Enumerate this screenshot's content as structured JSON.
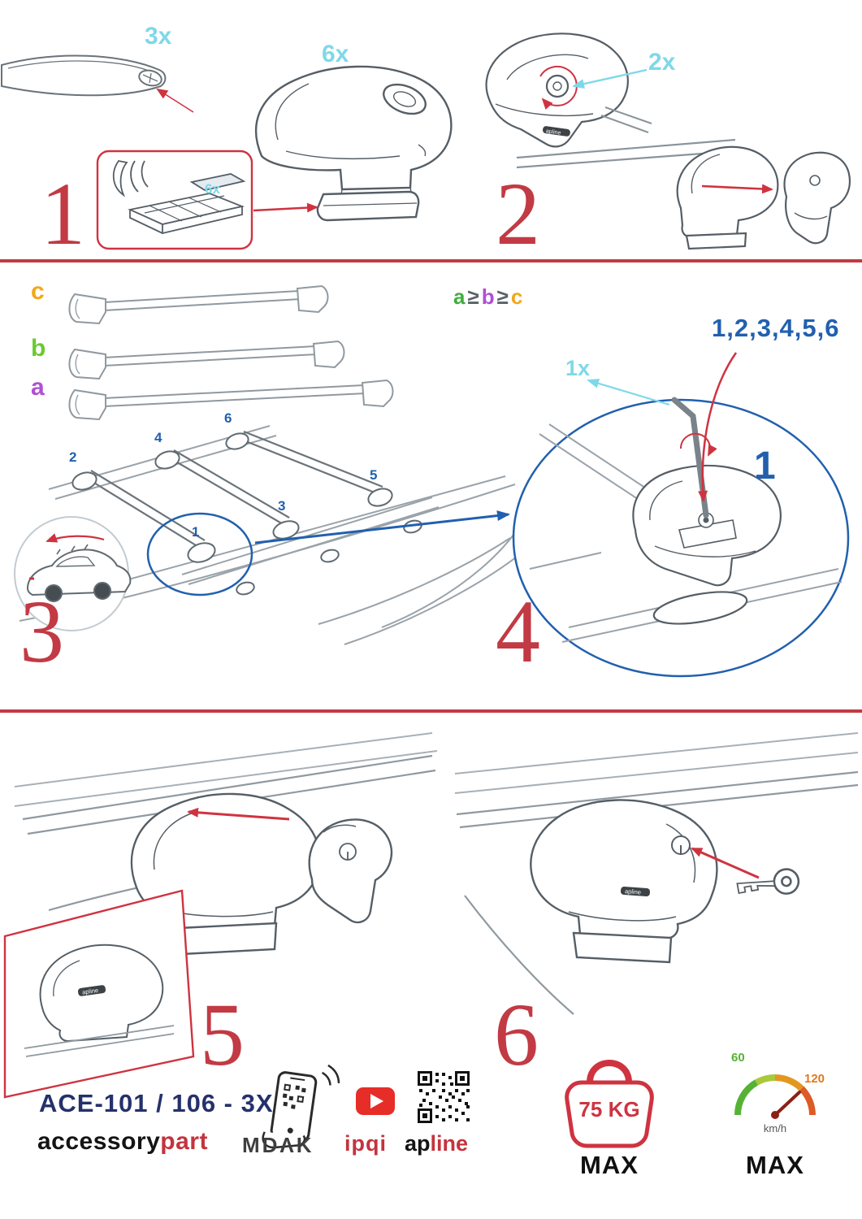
{
  "colors": {
    "step_red": "#c23a44",
    "arrow_red": "#cf3340",
    "accent_cyan": "#7fd8e8",
    "accent_blue": "#2160ae",
    "bar_label_a": "#b14fd4",
    "bar_label_b": "#6cc930",
    "bar_label_c": "#f2a71b",
    "inequality_a": "#3fae3f",
    "inequality_b": "#b14fd4",
    "inequality_c": "#f2a71b",
    "brand_red": "#c4333e",
    "product_code_navy": "#25316b",
    "gauge_green": "#56b234",
    "gauge_orange": "#e07a1f"
  },
  "step1": {
    "number": "1",
    "bar_qty": "3x",
    "foot_qty": "6x",
    "pad_qty": "6x"
  },
  "step2": {
    "number": "2",
    "knob_qty": "2x"
  },
  "step3": {
    "number": "3",
    "bar_label_a": "a",
    "bar_label_b": "b",
    "bar_label_c": "c",
    "inequality": {
      "a": "a",
      "geq1": "≥",
      "b": "b",
      "geq2": "≥",
      "c": "c"
    },
    "positions": [
      "1",
      "2",
      "3",
      "4",
      "5",
      "6"
    ]
  },
  "step4": {
    "number": "4",
    "sequence": "1,2,3,4,5,6",
    "tool_qty": "1x",
    "position_label": "1"
  },
  "step5": {
    "number": "5"
  },
  "step6": {
    "number": "6"
  },
  "product": {
    "code": "ACE-101 / 106 - 3X",
    "brand_black": "accessory",
    "brand_red": "part"
  },
  "logos": {
    "mdak": "MDΛK",
    "ipqi": "ipqi",
    "apline_black": "ap",
    "apline_red": "line",
    "apline_full": "apline"
  },
  "limits": {
    "weight": "75 KG",
    "weight_max": "MAX",
    "speed_low": "60",
    "speed_high": "120",
    "speed_unit": "km/h",
    "speed_max": "MAX"
  },
  "icons": {
    "youtube": "play-button",
    "qr": "qr-code",
    "phone": "phone-scan",
    "weight": "kettlebell",
    "speed": "speedometer"
  }
}
